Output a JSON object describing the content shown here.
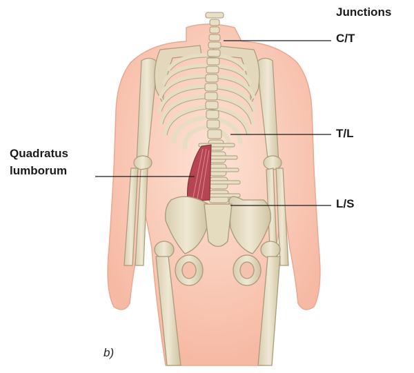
{
  "labels": {
    "junctions_title": "Junctions",
    "ct": "C/T",
    "tl": "T/L",
    "ls": "L/S",
    "quadratus_line1": "Quadratus",
    "quadratus_line2": "lumborum",
    "panel": "b)"
  },
  "colors": {
    "skin": "#f7c3ae",
    "skin_light": "#fbdacb",
    "skin_outline": "#e7a48c",
    "bone": "#e8dfc6",
    "bone_shade": "#c9bd9c",
    "bone_outline": "#a99a78",
    "muscle": "#b54552",
    "leader": "#1a1a1a"
  }
}
